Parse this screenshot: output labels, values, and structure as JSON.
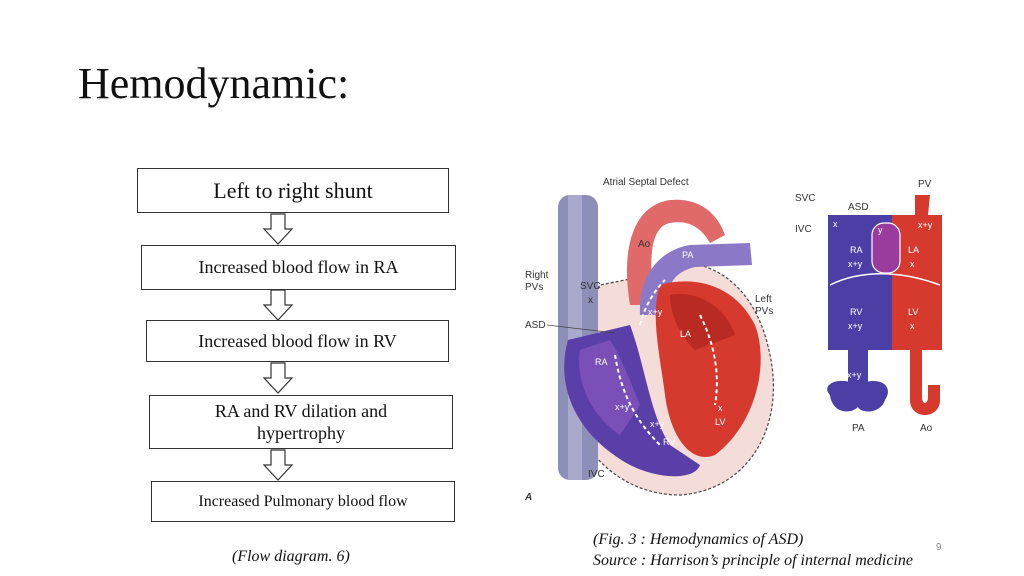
{
  "title": "Hemodynamic:",
  "flow": {
    "steps": [
      "Left to right shunt",
      "Increased blood flow in RA",
      "Increased blood flow in RV",
      "RA and RV dilation and hypertrophy",
      "Increased Pulmonary blood flow"
    ],
    "caption": "(Flow diagram. 6)"
  },
  "figure": {
    "caption": "(Fig. 3 : Hemodynamics of ASD)",
    "source": "Source : Harrison’s principle of internal medicine",
    "heart_labels": {
      "title": "Atrial Septal Defect",
      "right_pvs_1": "Right",
      "right_pvs_2": "PVs",
      "asd": "ASD",
      "svc": "SVC",
      "svc_x": "x",
      "ao": "Ao",
      "pa": "PA",
      "left_pvs_1": "Left",
      "left_pvs_2": "PVs",
      "ra": "RA",
      "la": "LA",
      "xy1": "x+y",
      "xy2": "x+y",
      "xy3": "x+y",
      "x1": "x",
      "lv": "LV",
      "rv": "RV",
      "ivc": "IVC",
      "panel": "A"
    },
    "schematic_labels": {
      "svc": "SVC",
      "ivc": "IVC",
      "asd": "ASD",
      "pv": "PV",
      "ra": "RA",
      "la": "LA",
      "rv": "RV",
      "lv": "LV",
      "pa": "PA",
      "ao": "Ao",
      "xy_pv": "x+y",
      "xy_ra": "x+y",
      "xy_rv": "x+y",
      "xy_pa": "x+y",
      "x_ivc": "x",
      "x_la": "x",
      "x_lv": "x",
      "y_asd": "y"
    }
  },
  "page_number": "9",
  "colors": {
    "oxygenated": "#d9362b",
    "deoxygenated": "#4a3fa0",
    "mixed": "#7a3aa6"
  }
}
